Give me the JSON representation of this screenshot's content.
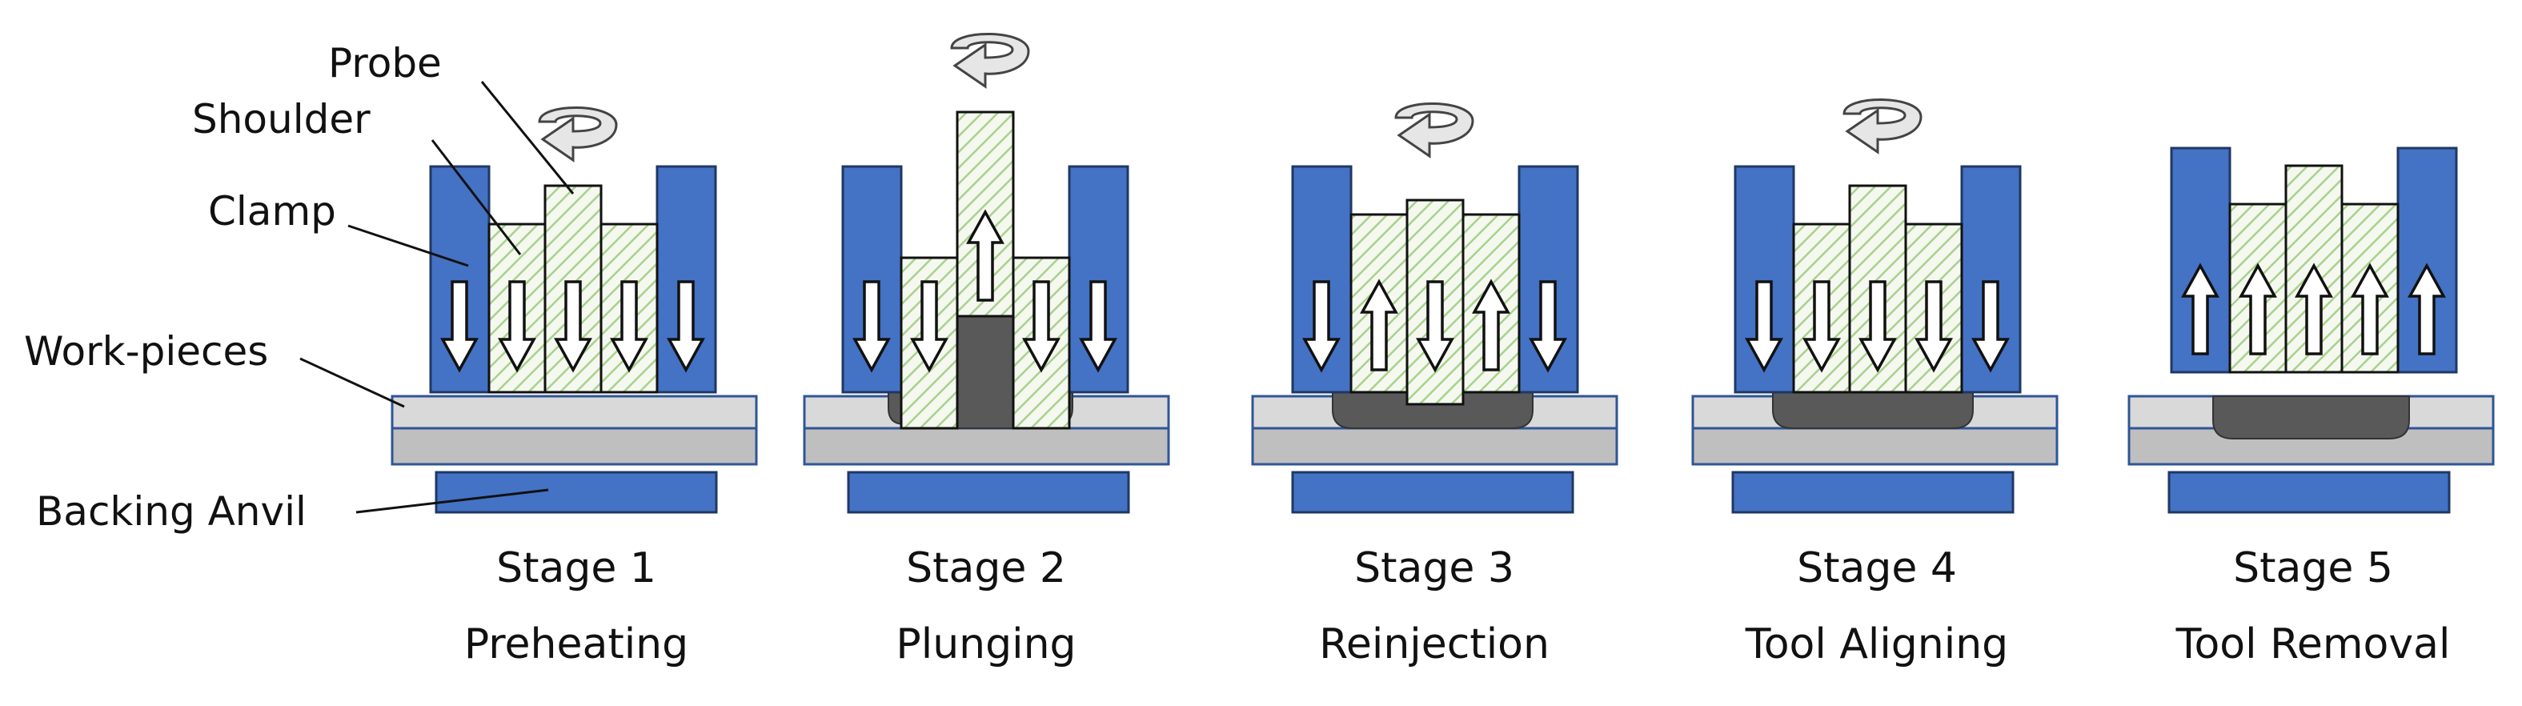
{
  "labels": {
    "probe": "Probe",
    "shoulder": "Shoulder",
    "clamp": "Clamp",
    "workpieces": "Work-pieces",
    "anvil": "Backing Anvil"
  },
  "stages": [
    {
      "title": "Stage 1",
      "name": "Preheating"
    },
    {
      "title": "Stage 2",
      "name": "Plunging"
    },
    {
      "title": "Stage 3",
      "name": "Reinjection"
    },
    {
      "title": "Stage 4",
      "name": "Tool Aligning"
    },
    {
      "title": "Stage 5",
      "name": "Tool Removal"
    }
  ],
  "colors": {
    "clamp": "#4472c4",
    "clamp_stroke": "#1f3864",
    "tool_hatch": "#a9d18e",
    "tool_bg": "#f4f8ee",
    "plate_top": "#d9d9d9",
    "plate_bottom": "#bfbfbf",
    "plate_stroke": "#2f5597",
    "stir_zone": "#595959",
    "rotation_arrow": "#e6e6e6"
  }
}
